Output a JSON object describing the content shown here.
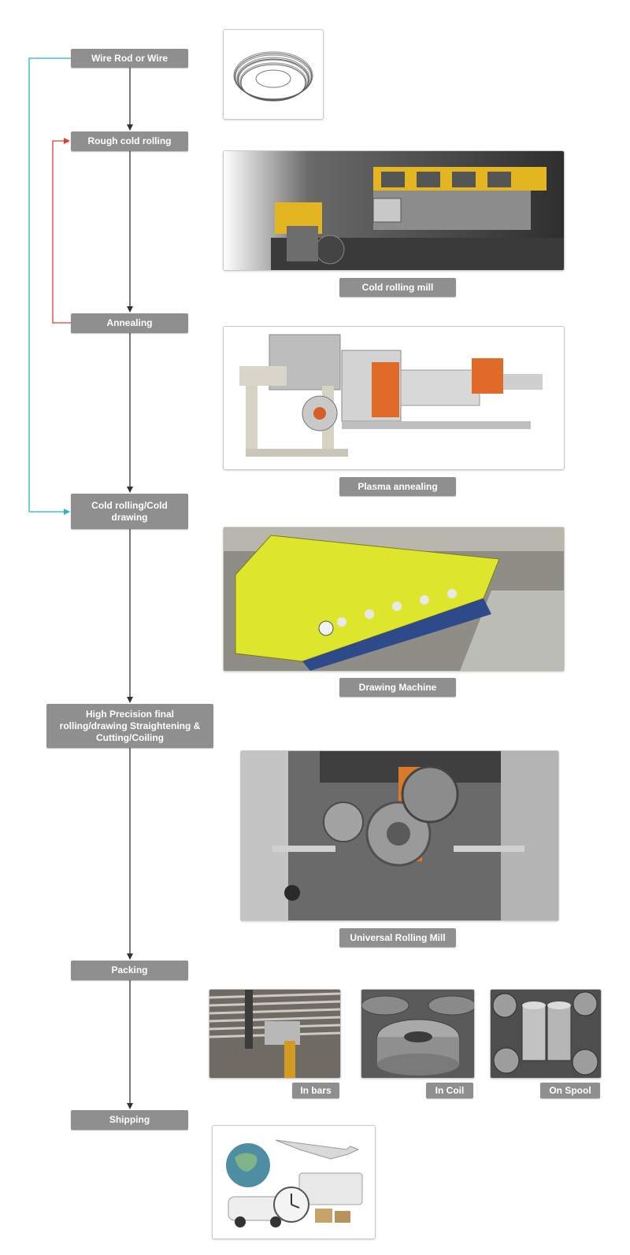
{
  "steps": {
    "wire_rod": "Wire Rod or Wire",
    "rough_cold_rolling": "Rough cold rolling",
    "annealing": "Annealing",
    "cold_rolling_drawing": "Cold rolling/Cold drawing",
    "high_precision": "High Precision final rolling/drawing Straightening & Cutting/Coiling",
    "packing": "Packing",
    "shipping": "Shipping"
  },
  "captions": {
    "cold_rolling_mill": "Cold rolling mill",
    "plasma_annealing": "Plasma annealing",
    "drawing_machine": "Drawing Machine",
    "universal_rolling_mill": "Universal Rolling Mill",
    "in_bars": "In bars",
    "in_coil": "In Coil",
    "on_spool": "On Spool"
  },
  "colors": {
    "step_box": "#8f8f8f",
    "main_flow_arrow": "#333333",
    "return_arrow": "#e03c31",
    "bypass_arrow": "#29b5c8"
  }
}
